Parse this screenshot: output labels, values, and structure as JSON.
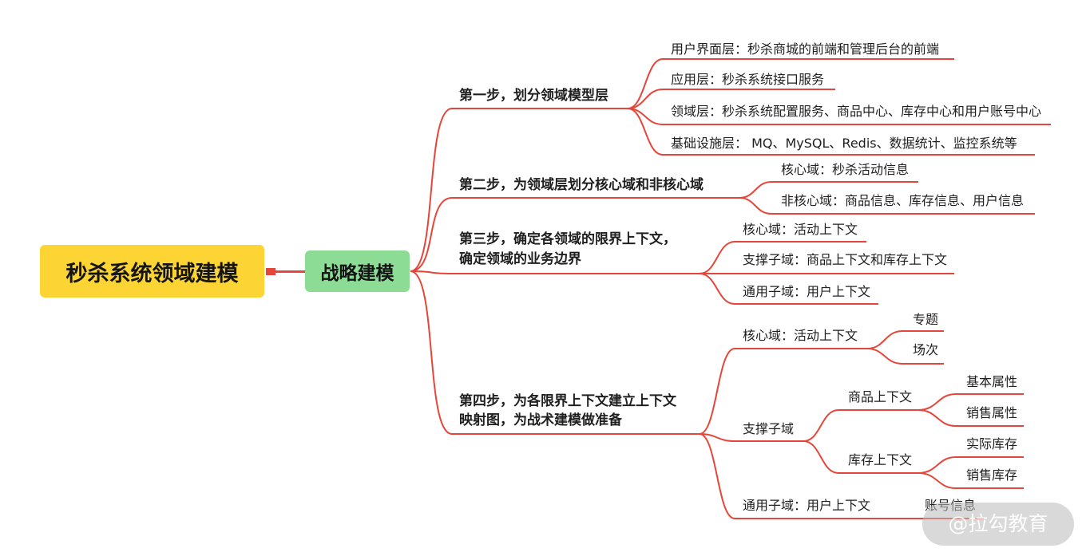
{
  "root": {
    "label": "秒杀系统领域建模"
  },
  "strategy": {
    "label": "战略建模"
  },
  "steps": [
    {
      "lines": [
        "第一步，划分领域模型层"
      ],
      "children": [
        {
          "label": "用户界面层：秒杀商城的前端和管理后台的前端"
        },
        {
          "label": "应用层：秒杀系统接口服务"
        },
        {
          "label": "领域层：秒杀系统配置服务、商品中心、库存中心和用户账号中心"
        },
        {
          "label": "基础设施层： MQ、MySQL、Redis、数据统计、监控系统等"
        }
      ]
    },
    {
      "lines": [
        "第二步，为领域层划分核心域和非核心域"
      ],
      "children": [
        {
          "label": "核心域：秒杀活动信息"
        },
        {
          "label": "非核心域：商品信息、库存信息、用户信息"
        }
      ]
    },
    {
      "lines": [
        "第三步，确定各领域的限界上下文，",
        "确定领域的业务边界"
      ],
      "children": [
        {
          "label": "核心域：活动上下文"
        },
        {
          "label": "支撑子域：商品上下文和库存上下文"
        },
        {
          "label": "通用子域：用户上下文"
        }
      ]
    },
    {
      "lines": [
        "第四步，为各限界上下文建立上下文",
        "映射图，为战术建模做准备"
      ],
      "children": [
        {
          "label": "核心域：活动上下文",
          "children": [
            {
              "label": "专题"
            },
            {
              "label": "场次"
            }
          ]
        },
        {
          "label": "支撑子域",
          "children": [
            {
              "label": "商品上下文",
              "children": [
                {
                  "label": "基本属性"
                },
                {
                  "label": "销售属性"
                }
              ]
            },
            {
              "label": "库存上下文",
              "children": [
                {
                  "label": "实际库存"
                },
                {
                  "label": "销售库存"
                }
              ]
            }
          ]
        },
        {
          "label": "通用子域：用户上下文",
          "children": [
            {
              "label": "账号信息"
            }
          ]
        }
      ]
    }
  ],
  "watermark": "@拉勾教育",
  "colors": {
    "root_bg": "#fcd535",
    "strategy_bg": "#8cdc95",
    "line": "#e5463b",
    "text": "#1f1f1f"
  }
}
